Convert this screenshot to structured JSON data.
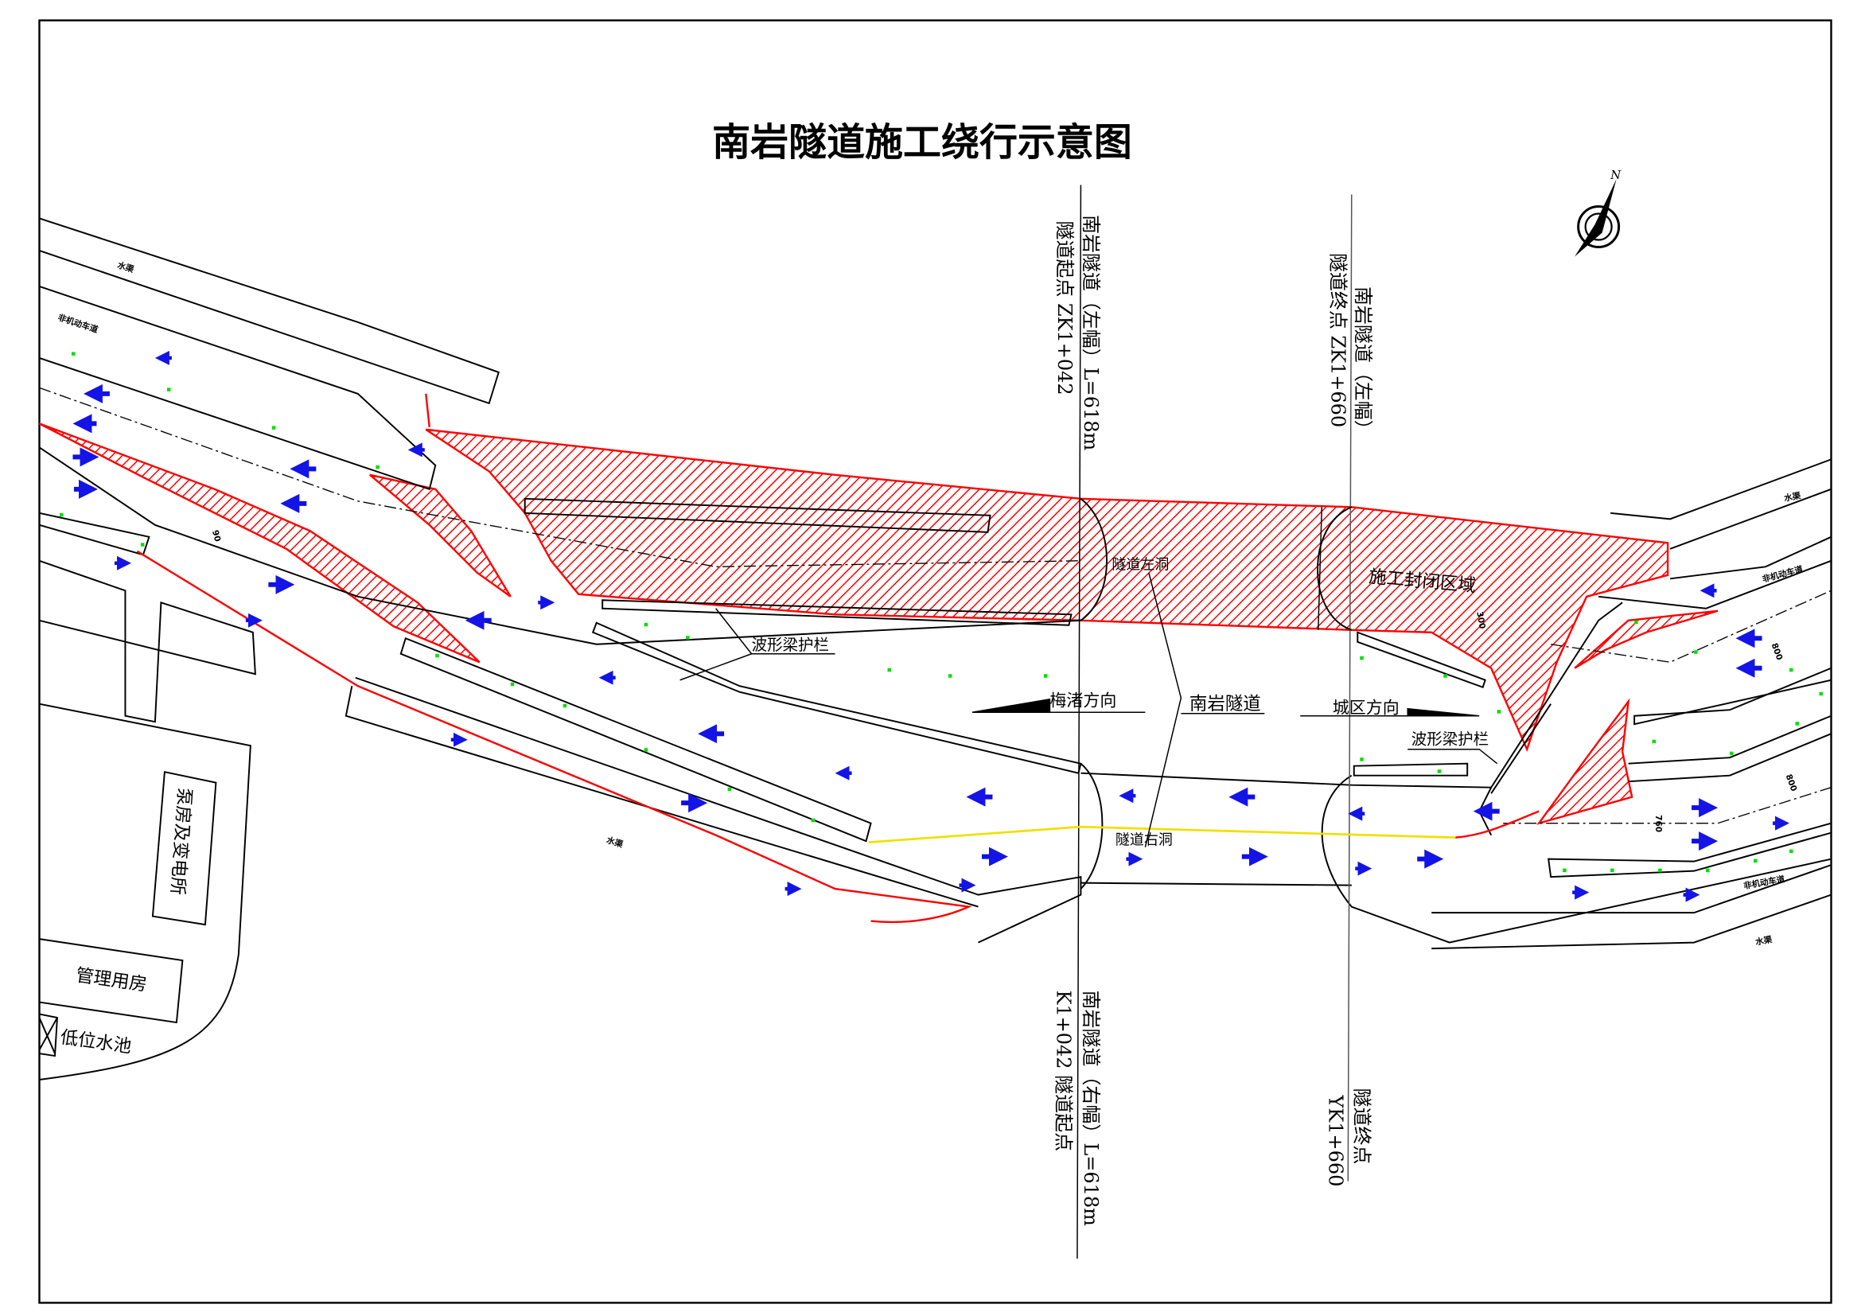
{
  "title": "南岩隧道施工绕行示意图",
  "north_label": "N",
  "stations": {
    "left_start_top": {
      "line1": "南岩隧道（左幅）L=618m",
      "line2": "隧道起点 ZK1+042"
    },
    "left_end_top": {
      "line1": "南岩隧道（左幅）",
      "line2": "隧道终点 ZK1+660"
    },
    "right_start_bottom": {
      "line1": "南岩隧道（右幅）L=618m",
      "line2": "K1+042  隧道起点"
    },
    "right_end_bottom": {
      "line1": "隧道终点",
      "line2": "YK1+660"
    }
  },
  "labels": {
    "direction_meizhu": "梅渚方向",
    "direction_city": "城区方向",
    "tunnel_name": "南岩隧道",
    "tunnel_left_bore": "隧道左洞",
    "tunnel_right_bore": "隧道右洞",
    "closed_zone": "施工封闭区域",
    "guardrail_1": "波形梁护栏",
    "guardrail_2": "波形梁护栏",
    "canal_1": "水渠",
    "canal_2": "水渠",
    "canal_3": "水渠",
    "canal_4": "水渠",
    "bike_lane_1": "非机动车道",
    "bike_lane_2": "非机动车道",
    "bike_lane_3": "非机动车道",
    "pump_station": "泵房及变电所",
    "management_room": "管理用房",
    "low_pool": "低位水池"
  },
  "dimensions": {
    "d1": "90",
    "d2": "800",
    "d3": "800",
    "d4": "760",
    "d5": "300"
  },
  "colors": {
    "closed_zone": "#ff0000",
    "arrows": "#1010e0",
    "trees": "#00e000",
    "detour_line": "#f0e000"
  }
}
